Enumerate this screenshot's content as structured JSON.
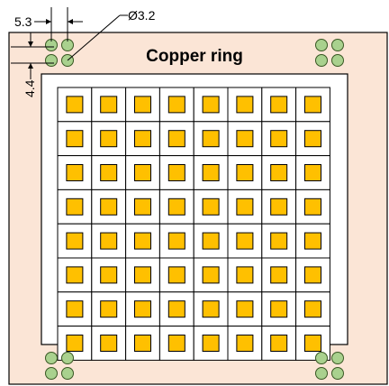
{
  "title": "Copper ring",
  "dimensions": {
    "spacing_horizontal": "5.3",
    "spacing_vertical": "4.4",
    "hole_diameter": "Ø3.2"
  },
  "grid": {
    "rows": 8,
    "cols": 8
  },
  "colors": {
    "copper_ring": "#fbe5d6",
    "outline": "#000000",
    "pad": "#ffc000",
    "hole": "#a9d18e",
    "hole_border": "#385723",
    "cell_bg": "#ffffff"
  }
}
